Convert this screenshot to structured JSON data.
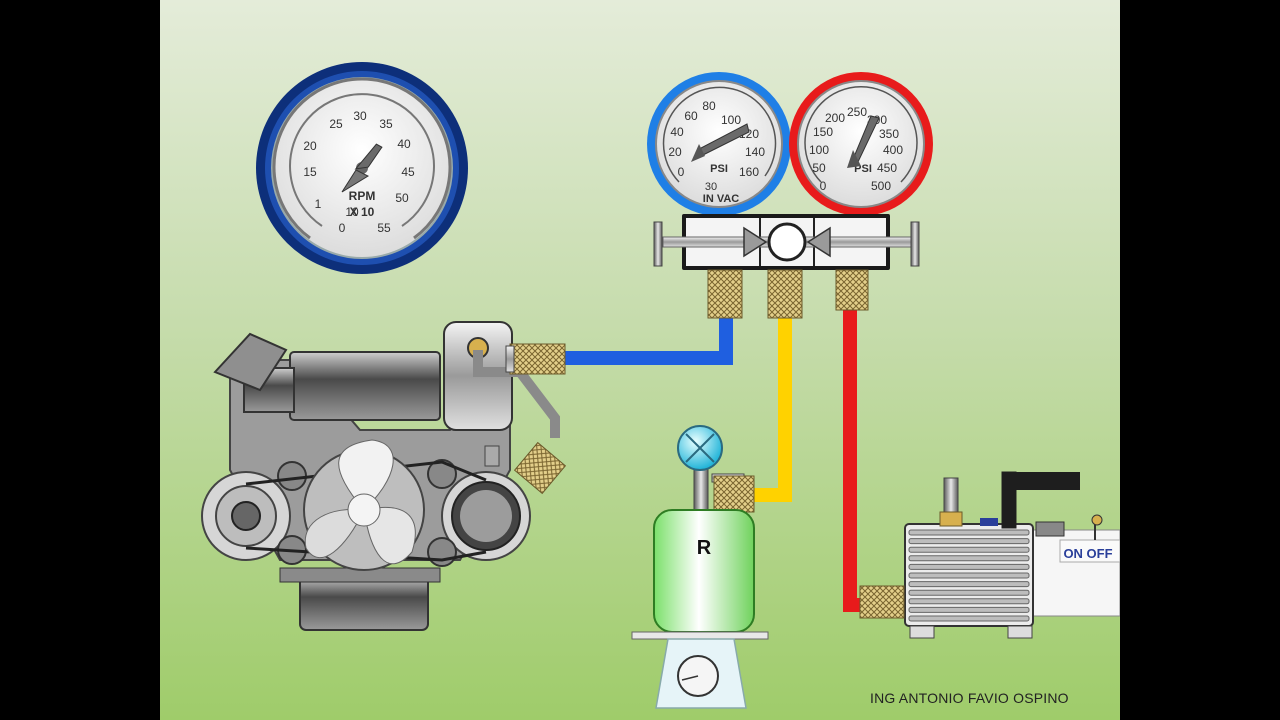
{
  "tachometer": {
    "labels": [
      "0",
      "1",
      "10",
      "15",
      "20",
      "25",
      "30",
      "35",
      "40",
      "45",
      "50",
      "55"
    ],
    "unit_line1": "RPM",
    "unit_line2": "X 10"
  },
  "low_gauge": {
    "labels": [
      "0",
      "20",
      "40",
      "60",
      "80",
      "100",
      "120",
      "140",
      "160"
    ],
    "unit": "PSI",
    "vac_label": "30",
    "vac_text": "IN VAC",
    "ring_color": "#1f7fe6"
  },
  "high_gauge": {
    "labels": [
      "0",
      "50",
      "100",
      "150",
      "200",
      "250",
      "300",
      "350",
      "400",
      "450",
      "500"
    ],
    "unit": "PSI",
    "ring_color": "#e81b1b"
  },
  "tank": {
    "label": "R"
  },
  "vacuum_pump": {
    "switch_label": "ON OFF"
  },
  "hoses": {
    "low_color": "#1f5fe0",
    "service_color": "#ffd200",
    "high_color": "#e81b1b"
  },
  "credit": "ING ANTONIO FAVIO OSPINO"
}
